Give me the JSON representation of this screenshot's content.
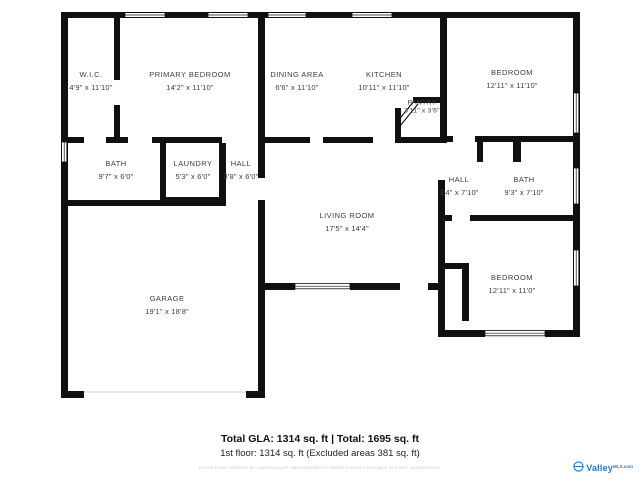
{
  "rooms": [
    {
      "name": "W.I.C.",
      "dims": "4'9\" x 11'10\""
    },
    {
      "name": "PRIMARY BEDROOM",
      "dims": "14'2\" x 11'10\""
    },
    {
      "name": "DINING AREA",
      "dims": "6'6\" x 11'10\""
    },
    {
      "name": "KITCHEN",
      "dims": "10'11\" x 11'10\""
    },
    {
      "name": "PANTRY",
      "dims": "3'11\" x 3'6\""
    },
    {
      "name": "BEDROOM",
      "dims": "12'11\" x 11'10\""
    },
    {
      "name": "BATH",
      "dims": "9'7\" x 6'0\""
    },
    {
      "name": "LAUNDRY",
      "dims": "5'3\" x 6'0\""
    },
    {
      "name": "HALL",
      "dims": "3'8\" x 6'0\""
    },
    {
      "name": "HALL",
      "dims": "3'4\" x 7'10\""
    },
    {
      "name": "BATH",
      "dims": "9'3\" x 7'10\""
    },
    {
      "name": "LIVING ROOM",
      "dims": "17'5\" x 14'4\""
    },
    {
      "name": "BEDROOM",
      "dims": "12'11\" x 11'0\""
    },
    {
      "name": "GARAGE",
      "dims": "19'1\" x 18'8\""
    }
  ],
  "footer": {
    "total_line": "Total GLA: 1314 sq. ft | Total: 1695 sq. ft",
    "floor_line": "1st floor: 1314 sq. ft (Excluded areas 381 sq. ft)",
    "disclaimer": "FLOOR PLAN CREATED BY CUBICASA APP. MEASUREMENTS DEEMED HIGHLY RELIABLE BUT NOT GUARANTEED."
  },
  "logo": {
    "brand": "Valley",
    "suffix": "MLS.com"
  },
  "colors": {
    "wall": "#101010",
    "window_line": "#111111",
    "label": "#3d3d3d",
    "logo_blue": "#2878b8"
  }
}
